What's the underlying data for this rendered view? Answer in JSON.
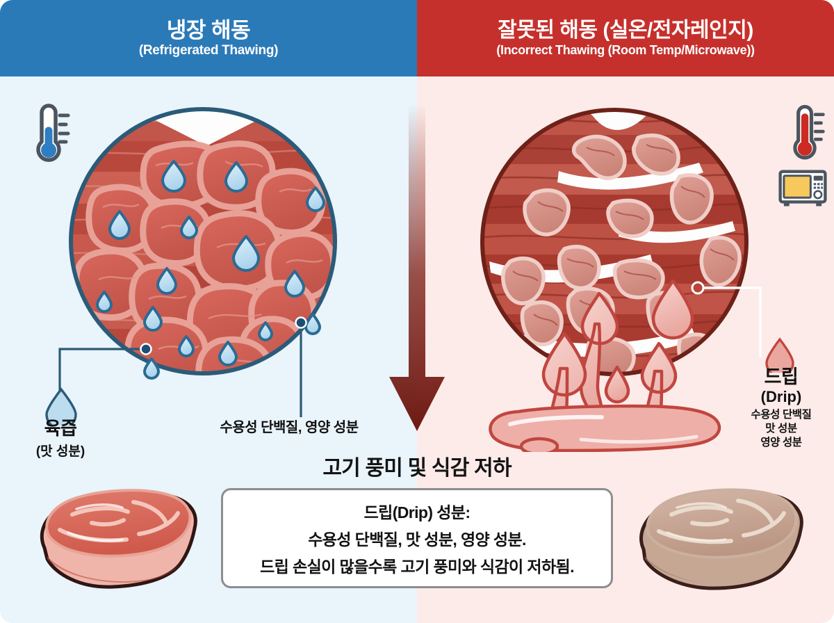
{
  "headers": {
    "left": {
      "ko": "냉장 해동",
      "en": "(Refrigerated Thawing)",
      "color": "#2b7ab8"
    },
    "right": {
      "ko": "잘못된 해동 (실온/전자레인지)",
      "en": "(Incorrect Thawing (Room Temp/Microwave))",
      "color": "#c6302c"
    }
  },
  "panels": {
    "left_bg": "#e9f4fb",
    "right_bg": "#fcebe9"
  },
  "icons": {
    "thermometer_cold": "thermometer-cold-icon",
    "thermometer_hot": "thermometer-hot-icon",
    "microwave": "microwave-icon"
  },
  "left_diagram": {
    "title": "intact muscle cells with retained juice",
    "juice_label": {
      "line1": "육즙",
      "line2": "(맛 성분)"
    },
    "soluble_label": "수용성 단백질, 영양 성분",
    "droplet_color": "#8fc7e8",
    "droplet_stroke": "#2b6b93",
    "cell_count": 15,
    "droplet_count": 15
  },
  "right_diagram": {
    "title": "ruptured muscle cells leaking drip",
    "drip_label": {
      "line1": "드립",
      "line2": "(Drip)",
      "line3": "수용성 단백질\n맛 성분\n영양 성분"
    },
    "drip_color": "#eeaaa4",
    "drip_stroke": "#c0463f",
    "fragment_count": 14,
    "drop_count": 6
  },
  "center": {
    "arrow": "down-arrow-gradient",
    "headline": "고기 풍미 및 식감 저하"
  },
  "info_box": {
    "line1": "드립(Drip) 성분:",
    "line2": "수용성 단백질, 맛 성분, 영양 성분.",
    "line3": "드립 손실이 많을수록 고기 풍미와 식감이 저하됨.",
    "border_color": "#8d8d8d",
    "background": "#ffffff"
  },
  "steaks": {
    "fresh": {
      "name": "fresh-red-steak",
      "color": "#d9534a"
    },
    "drained": {
      "name": "pale-drained-steak",
      "color": "#c3a593"
    }
  }
}
